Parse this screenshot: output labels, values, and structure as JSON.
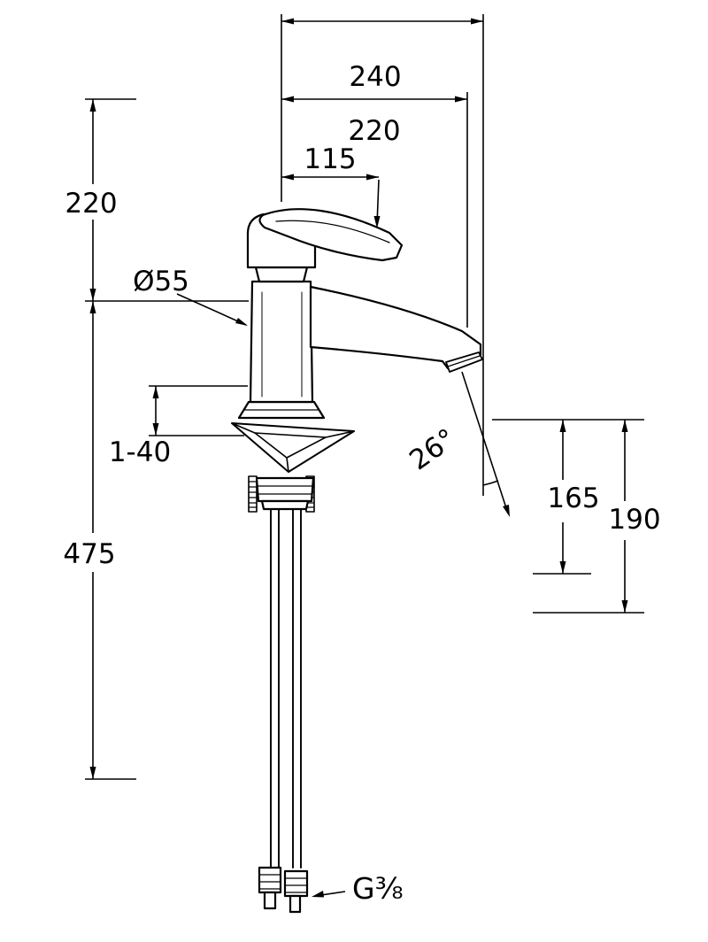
{
  "drawing": {
    "kind": "faucet-technical-dimension-drawing",
    "background": "#ffffff",
    "line_color": "#000000"
  },
  "annotations": {
    "width_overall": "240",
    "width_spout": "220",
    "width_handle": "115",
    "height_upper": "220",
    "diameter_body": "Ø55",
    "mounting_range": "1-40",
    "height_lower": "475",
    "spray_angle": "26°",
    "height_outlet": "165",
    "height_spout_tip": "190",
    "thread_size": "G⅜"
  }
}
